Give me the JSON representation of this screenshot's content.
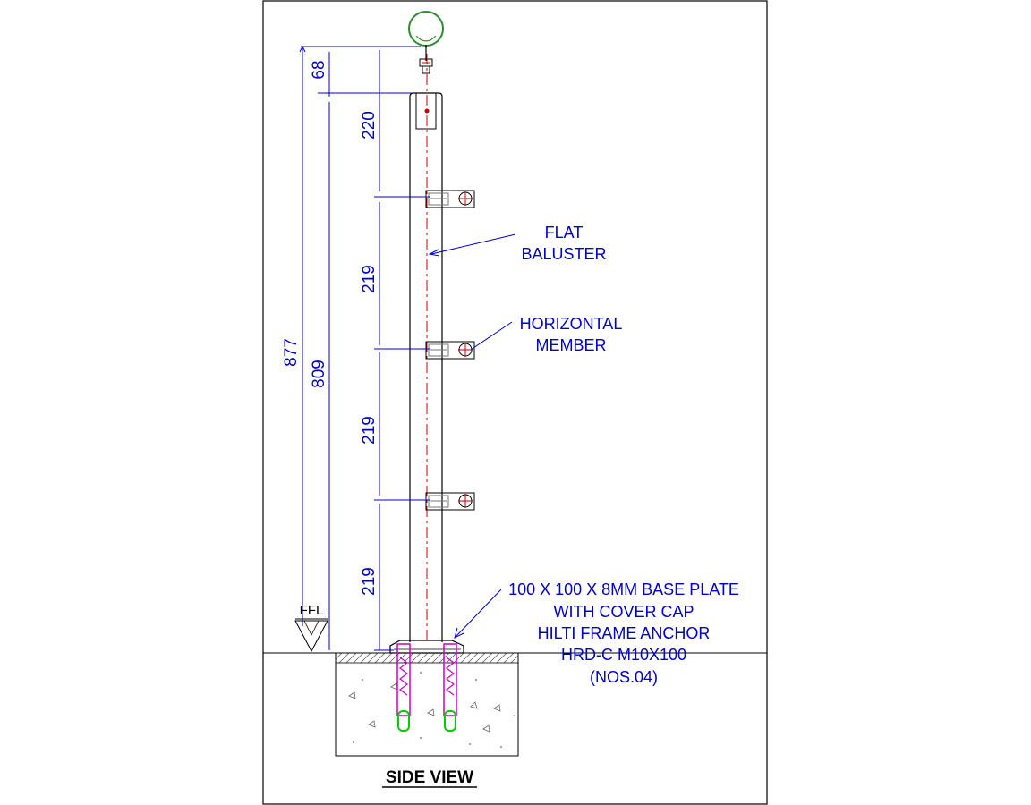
{
  "drawing": {
    "title": "SIDE VIEW",
    "level_label": "FFL",
    "dimensions": {
      "overall": "877",
      "post_height": "809",
      "rail_offset": "68",
      "top_spacing": "220",
      "spacing_1": "219",
      "spacing_2": "219",
      "spacing_3": "219"
    },
    "callouts": {
      "baluster": [
        "FLAT",
        "BALUSTER"
      ],
      "member": [
        "HORIZONTAL",
        "MEMBER"
      ],
      "base": [
        "100 X 100 X 8MM BASE PLATE",
        "WITH COVER CAP",
        "HILTI FRAME ANCHOR",
        "HRD-C M10X100",
        "(NOS.04)"
      ]
    },
    "colors": {
      "dimension": "#0000cc",
      "centerline": "#cc0000",
      "outline": "#000000",
      "rail": "#2e8b2e",
      "anchor_body": "#cc00cc",
      "anchor_tip": "#00cc00"
    }
  }
}
